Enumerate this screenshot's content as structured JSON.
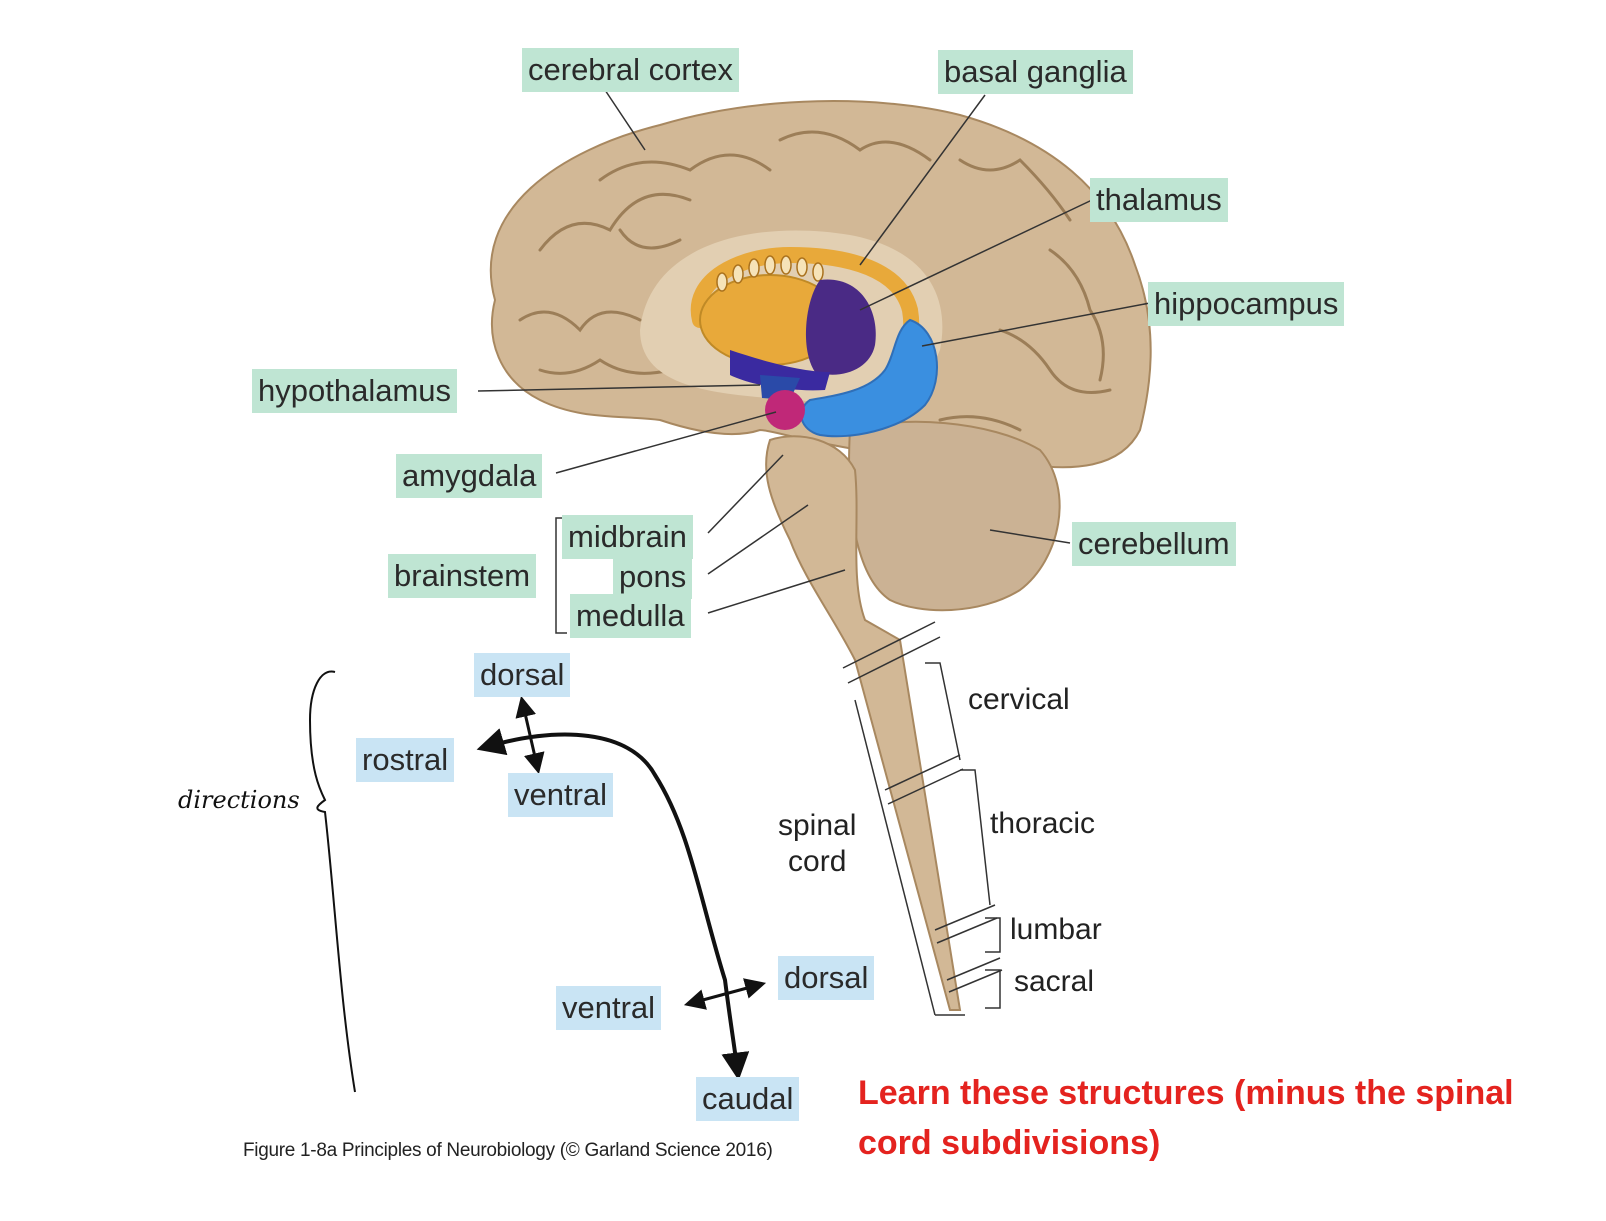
{
  "labels": {
    "cerebral_cortex": "cerebral cortex",
    "basal_ganglia": "basal ganglia",
    "thalamus": "thalamus",
    "hippocampus": "hippocampus",
    "hypothalamus": "hypothalamus",
    "amygdala": "amygdala",
    "brainstem": "brainstem",
    "midbrain": "midbrain",
    "pons": "pons",
    "medulla": "medulla",
    "cerebellum": "cerebellum"
  },
  "spinal": {
    "cord_line1": "spinal",
    "cord_line2": "cord",
    "cervical": "cervical",
    "thoracic": "thoracic",
    "lumbar": "lumbar",
    "sacral": "sacral"
  },
  "directions": {
    "dorsal_top": "dorsal",
    "rostral": "rostral",
    "ventral_top": "ventral",
    "dorsal_bottom": "dorsal",
    "ventral_bottom": "ventral",
    "caudal": "caudal"
  },
  "handwriting": "directions",
  "caption": "Figure 1-8a  Principles of Neurobiology (© Garland Science 2016)",
  "note": "Learn these structures (minus the spinal cord subdivisions)",
  "colors": {
    "label_green": "#bfe5d3",
    "label_blue": "#c9e4f4",
    "brain_tan": "#d2b896",
    "basal_ganglia": "#e8a93a",
    "thalamus": "#4a2a85",
    "hippocampus": "#3a8fe0",
    "amygdala": "#c02878",
    "note_red": "#e4231f"
  }
}
